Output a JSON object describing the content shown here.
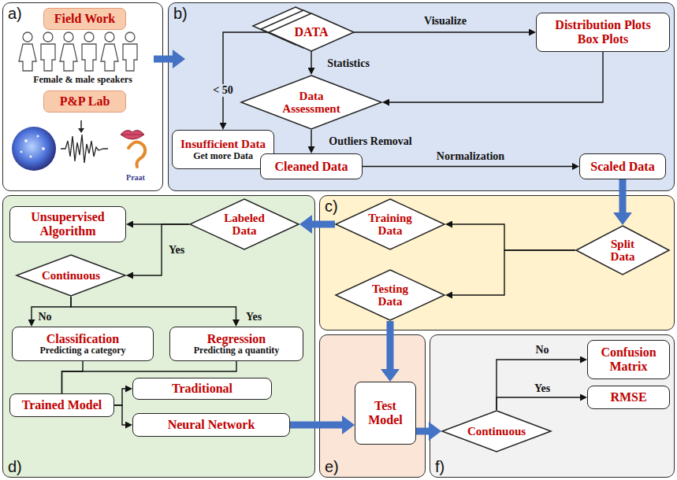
{
  "diagram": {
    "nodes": [
      {
        "text": [
          "a)"
        ]
      },
      {
        "text": [
          "Field Work"
        ],
        "in": 0
      },
      {
        "text": [
          "P&P Lab"
        ],
        "in": 0
      },
      {
        "text": [
          "b)"
        ]
      },
      {
        "text": [
          "DATA"
        ],
        "in": 3
      },
      {
        "text": [
          "Distribution Plots Box Plots"
        ],
        "in": 3
      },
      {
        "text": [
          "Data Assessment"
        ],
        "in": 3
      },
      {
        "text": [
          "Insufficient Data",
          "Get more Data"
        ],
        "in": 3
      },
      {
        "text": [
          "Cleaned Data"
        ],
        "in": 3
      },
      {
        "text": [
          "Scaled Data"
        ],
        "in": 3
      },
      {
        "text": [
          "c)"
        ]
      },
      {
        "text": [
          "Training Data"
        ],
        "in": 10
      },
      {
        "text": [
          "Testing Data"
        ],
        "in": 10
      },
      {
        "text": [
          "Split Data"
        ],
        "in": 10
      },
      {
        "text": [
          "d)"
        ]
      },
      {
        "text": [
          "Unsupervised Algorithm"
        ],
        "in": 14
      },
      {
        "text": [
          "Labeled Data"
        ],
        "in": 14
      },
      {
        "text": [
          "Continuous"
        ],
        "in": 14
      },
      {
        "text": [
          "Classification",
          "Predicting a category"
        ],
        "in": 14
      },
      {
        "text": [
          "Regression",
          "Predicting a quantity"
        ],
        "in": 14
      },
      {
        "text": [
          "Trained Model"
        ],
        "in": 14
      },
      {
        "text": [
          "Traditional"
        ],
        "in": 14
      },
      {
        "text": [
          "Neural Network"
        ],
        "in": 14
      },
      {
        "text": [
          "e)"
        ]
      },
      {
        "text": [
          "Test Model"
        ],
        "in": 23
      },
      {
        "text": [
          "f)"
        ]
      },
      {
        "text": [
          "Continuous"
        ],
        "in": 25
      },
      {
        "text": [
          "Confusion Matrix"
        ],
        "in": 25
      },
      {
        "text": [
          "RMSE"
        ],
        "in": 25
      }
    ],
    "edges": [
      {
        "from": 0,
        "to": 3,
        "arrow": "to"
      },
      {
        "from": 4,
        "to": 5,
        "label": "Visualize",
        "arrow": "to"
      },
      {
        "from": 4,
        "to": 6,
        "label": "Statistics",
        "arrow": "to"
      },
      {
        "from": 4,
        "to": 7,
        "label": "< 50",
        "arrow": "to"
      },
      {
        "from": 5,
        "to": 6,
        "arrow": "to"
      },
      {
        "from": 6,
        "to": 8,
        "label": "Outliers Removal",
        "arrow": "to"
      },
      {
        "from": 8,
        "to": 9,
        "label": "Normalization",
        "arrow": "to"
      },
      {
        "from": 9,
        "to": 13,
        "arrow": "to"
      },
      {
        "from": 13,
        "to": 11,
        "arrow": "to"
      },
      {
        "from": 13,
        "to": 12,
        "arrow": "to"
      },
      {
        "from": 11,
        "to": 16,
        "arrow": "to"
      },
      {
        "from": 16,
        "to": 15,
        "arrow": "to"
      },
      {
        "from": 16,
        "to": 17,
        "label": "Yes",
        "arrow": "to"
      },
      {
        "from": 17,
        "to": 18,
        "label": "No",
        "arrow": "to"
      },
      {
        "from": 17,
        "to": 19,
        "label": "Yes",
        "arrow": "to"
      },
      {
        "from": 18,
        "to": 20,
        "arrow": "none"
      },
      {
        "from": 19,
        "to": 20,
        "arrow": "none"
      },
      {
        "from": 20,
        "to": 21,
        "arrow": "to"
      },
      {
        "from": 20,
        "to": 22,
        "arrow": "to"
      },
      {
        "from": 12,
        "to": 24,
        "arrow": "to"
      },
      {
        "from": 22,
        "to": 24,
        "arrow": "to"
      },
      {
        "from": 24,
        "to": 26,
        "arrow": "to"
      },
      {
        "from": 26,
        "to": 27,
        "label": "No",
        "arrow": "to"
      },
      {
        "from": 26,
        "to": 28,
        "label": "Yes",
        "arrow": "to"
      }
    ],
    "labels": [
      "Female & male speakers",
      "Praat"
    ]
  }
}
